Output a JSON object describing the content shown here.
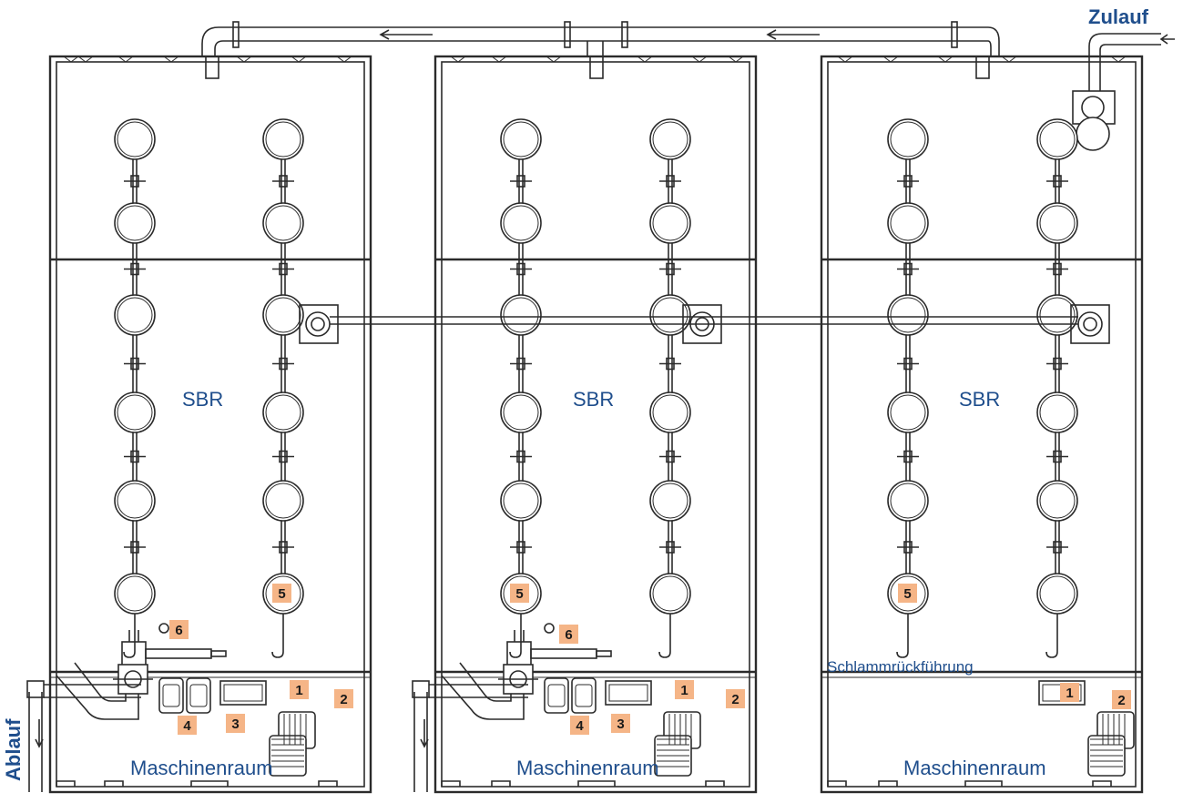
{
  "labels": {
    "sbr": "SBR",
    "maschinenraum": "Maschinenraum",
    "zulauf": "Zulauf",
    "ablauf": "Ablauf",
    "schlammrueckfuehrung": "Schlammrückführung"
  },
  "components": [
    {
      "id": "1"
    },
    {
      "id": "2"
    },
    {
      "id": "3"
    },
    {
      "id": "4"
    },
    {
      "id": "5"
    },
    {
      "id": "6"
    }
  ],
  "colors": {
    "label_text": "#1f4e8c",
    "badge_fill": "#f5b587",
    "line": "#2b2b2b"
  }
}
